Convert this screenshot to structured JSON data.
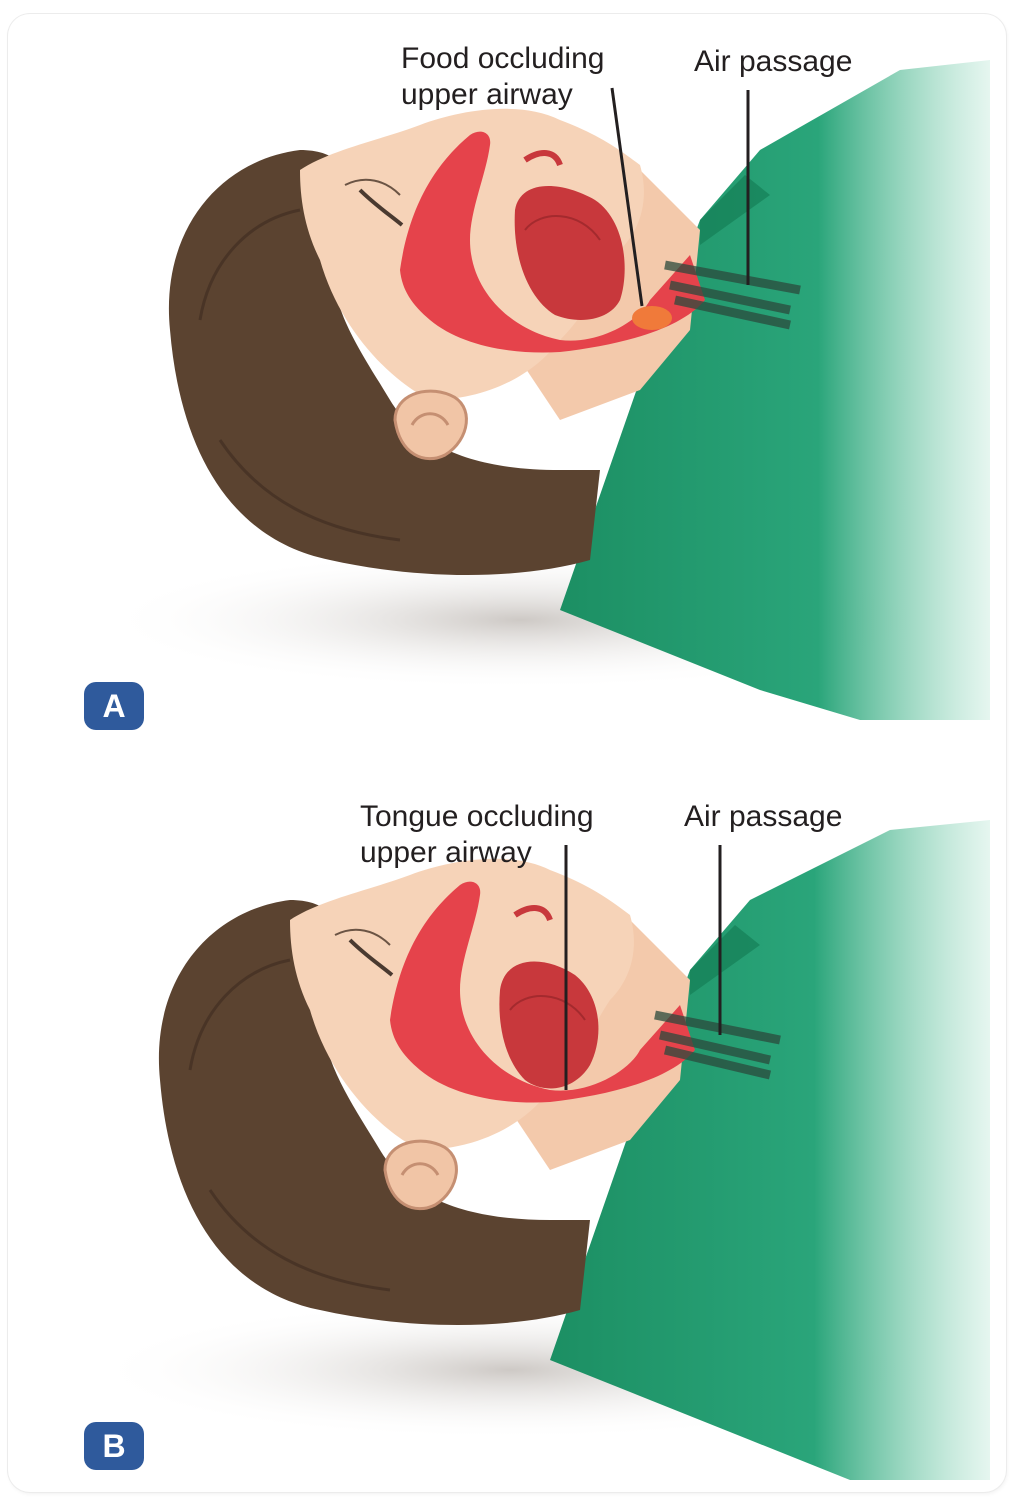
{
  "panels": [
    {
      "badge": "A",
      "label_left_line1": "Food occluding",
      "label_left_line2": "upper airway",
      "label_right": "Air passage"
    },
    {
      "badge": "B",
      "label_left_line1": "Tongue occluding",
      "label_left_line2": "upper airway",
      "label_right": "Air passage"
    }
  ],
  "colors": {
    "hair": "#5b4330",
    "skin": "#f4cdb0",
    "airway": "#e5434b",
    "tongue": "#c8383c",
    "gown": "#1f9a6c",
    "food": "#f07a3a",
    "badge": "#2f5a9c"
  }
}
